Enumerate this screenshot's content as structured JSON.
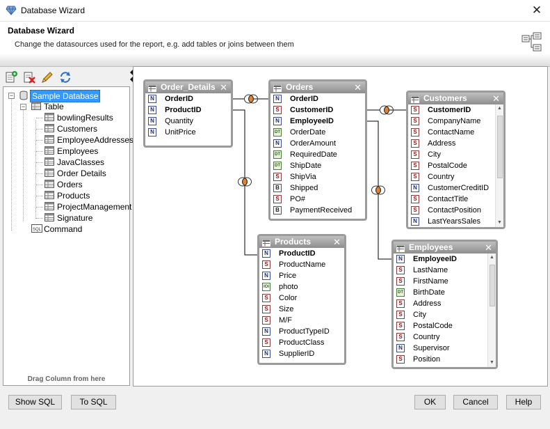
{
  "window": {
    "title": "Database Wizard",
    "close_glyph": "✕"
  },
  "header": {
    "title": "Database Wizard",
    "description": "Change the datasources used for the report, e.g. add tables or joins between them"
  },
  "tree": {
    "root": "Sample Database",
    "table_group": "Table",
    "tables": [
      "bowlingResults",
      "Customers",
      "EmployeeAddresses",
      "Employees",
      "JavaClasses",
      "Order Details",
      "Orders",
      "Products",
      "ProjectManagement",
      "Signature"
    ],
    "command": "Command",
    "drag_hint": "Drag Column from here"
  },
  "diagram": {
    "order_details": {
      "name": "Order_Details",
      "fields": [
        {
          "type": "N",
          "name": "OrderID",
          "key": true
        },
        {
          "type": "N",
          "name": "ProductID",
          "key": true
        },
        {
          "type": "N",
          "name": "Quantity",
          "key": false
        },
        {
          "type": "N",
          "name": "UnitPrice",
          "key": false
        }
      ]
    },
    "orders": {
      "name": "Orders",
      "fields": [
        {
          "type": "N",
          "name": "OrderID",
          "key": true
        },
        {
          "type": "S",
          "name": "CustomerID",
          "key": true
        },
        {
          "type": "N",
          "name": "EmployeeID",
          "key": true
        },
        {
          "type": "DT",
          "name": "OrderDate",
          "key": false
        },
        {
          "type": "N",
          "name": "OrderAmount",
          "key": false
        },
        {
          "type": "DT",
          "name": "RequiredDate",
          "key": false
        },
        {
          "type": "DT",
          "name": "ShipDate",
          "key": false
        },
        {
          "type": "S",
          "name": "ShipVia",
          "key": false
        },
        {
          "type": "B",
          "name": "Shipped",
          "key": false
        },
        {
          "type": "S",
          "name": "PO#",
          "key": false
        },
        {
          "type": "B",
          "name": "PaymentReceived",
          "key": false
        }
      ]
    },
    "customers": {
      "name": "Customers",
      "fields": [
        {
          "type": "S",
          "name": "CustomerID",
          "key": true
        },
        {
          "type": "S",
          "name": "CompanyName",
          "key": false
        },
        {
          "type": "S",
          "name": "ContactName",
          "key": false
        },
        {
          "type": "S",
          "name": "Address",
          "key": false
        },
        {
          "type": "S",
          "name": "City",
          "key": false
        },
        {
          "type": "S",
          "name": "PostalCode",
          "key": false
        },
        {
          "type": "S",
          "name": "Country",
          "key": false
        },
        {
          "type": "N",
          "name": "CustomerCreditID",
          "key": false
        },
        {
          "type": "S",
          "name": "ContactTitle",
          "key": false
        },
        {
          "type": "S",
          "name": "ContactPosition",
          "key": false
        },
        {
          "type": "N",
          "name": "LastYearsSales",
          "key": false
        }
      ]
    },
    "products": {
      "name": "Products",
      "fields": [
        {
          "type": "N",
          "name": "ProductID",
          "key": true
        },
        {
          "type": "S",
          "name": "ProductName",
          "key": false
        },
        {
          "type": "N",
          "name": "Price",
          "key": false
        },
        {
          "type": "IOI",
          "name": "photo",
          "key": false
        },
        {
          "type": "S",
          "name": "Color",
          "key": false
        },
        {
          "type": "S",
          "name": "Size",
          "key": false
        },
        {
          "type": "S",
          "name": "M/F",
          "key": false
        },
        {
          "type": "N",
          "name": "ProductTypeID",
          "key": false
        },
        {
          "type": "S",
          "name": "ProductClass",
          "key": false
        },
        {
          "type": "N",
          "name": "SupplierID",
          "key": false
        }
      ]
    },
    "employees": {
      "name": "Employees",
      "fields": [
        {
          "type": "N",
          "name": "EmployeeID",
          "key": true
        },
        {
          "type": "S",
          "name": "LastName",
          "key": false
        },
        {
          "type": "S",
          "name": "FirstName",
          "key": false
        },
        {
          "type": "DT",
          "name": "BirthDate",
          "key": false
        },
        {
          "type": "S",
          "name": "Address",
          "key": false
        },
        {
          "type": "S",
          "name": "City",
          "key": false
        },
        {
          "type": "S",
          "name": "PostalCode",
          "key": false
        },
        {
          "type": "S",
          "name": "Country",
          "key": false
        },
        {
          "type": "N",
          "name": "Supervisor",
          "key": false
        },
        {
          "type": "S",
          "name": "Position",
          "key": false
        }
      ]
    }
  },
  "buttons": {
    "show_sql": "Show SQL",
    "to_sql": "To SQL",
    "ok": "OK",
    "cancel": "Cancel",
    "help": "Help"
  },
  "colors": {
    "selection": "#3399ff",
    "join_fill": "#e8822a",
    "table_border": "#9b9b9b"
  }
}
